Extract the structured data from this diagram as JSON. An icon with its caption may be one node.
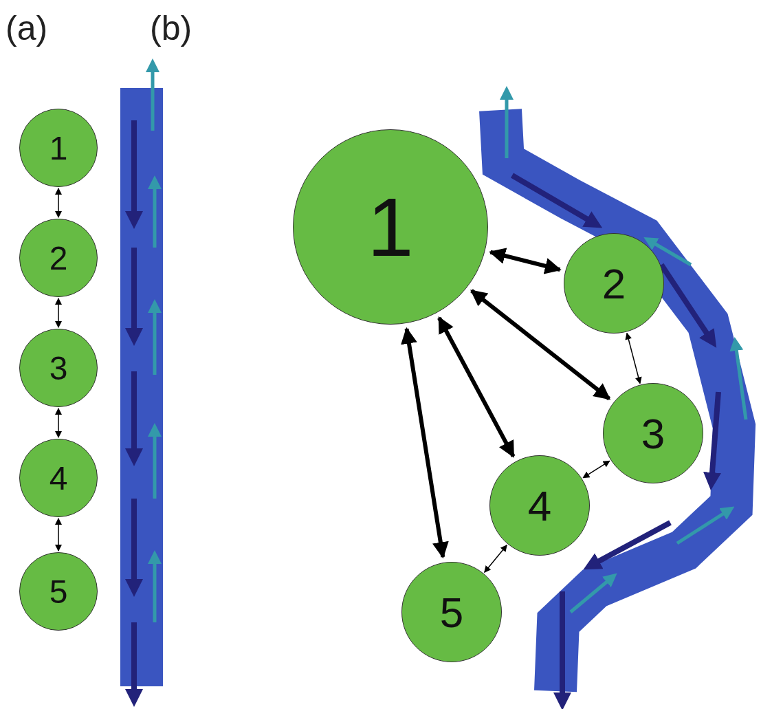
{
  "diagram": {
    "nodes": [
      {
        "text": [
          "1"
        ]
      },
      {
        "text": [
          "2"
        ]
      },
      {
        "text": [
          "3"
        ]
      },
      {
        "text": [
          "4"
        ]
      },
      {
        "text": [
          "5"
        ]
      },
      {
        "text": [
          "1"
        ]
      },
      {
        "text": [
          "2"
        ]
      },
      {
        "text": [
          "3"
        ]
      },
      {
        "text": [
          "4"
        ]
      },
      {
        "text": [
          "5"
        ]
      }
    ],
    "edges": [
      {
        "from": 0,
        "to": 1,
        "arrow": "both"
      },
      {
        "from": 1,
        "to": 2,
        "arrow": "both"
      },
      {
        "from": 2,
        "to": 3,
        "arrow": "both"
      },
      {
        "from": 3,
        "to": 4,
        "arrow": "both"
      },
      {
        "from": 5,
        "to": 6,
        "arrow": "both",
        "style": "thick"
      },
      {
        "from": 5,
        "to": 7,
        "arrow": "both",
        "style": "thick"
      },
      {
        "from": 5,
        "to": 8,
        "arrow": "both",
        "style": "thick"
      },
      {
        "from": 5,
        "to": 9,
        "arrow": "both",
        "style": "thick"
      },
      {
        "from": 6,
        "to": 7,
        "arrow": "both"
      },
      {
        "from": 7,
        "to": 8,
        "arrow": "both"
      },
      {
        "from": 8,
        "to": 9,
        "arrow": "both"
      }
    ],
    "labels": [
      "(a)",
      "(b)"
    ]
  }
}
